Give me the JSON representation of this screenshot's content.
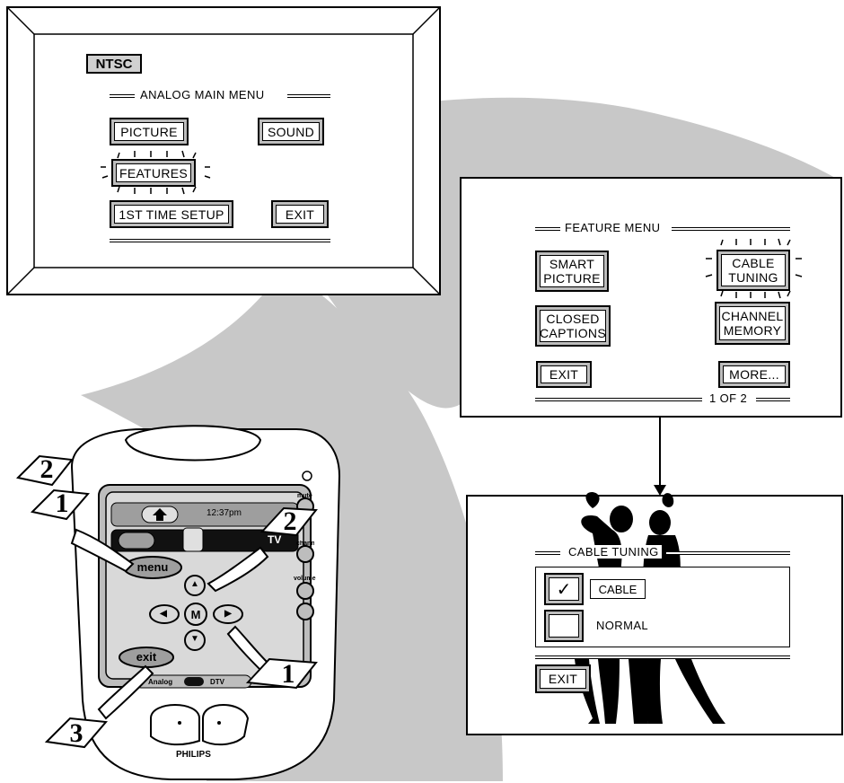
{
  "tv_screen": {
    "badge": "NTSC",
    "menu_title": "ANALOG MAIN MENU",
    "buttons": {
      "picture": "PICTURE",
      "sound": "SOUND",
      "features": "FEATURES",
      "first_time_setup": "1ST TIME SETUP",
      "exit": "EXIT"
    }
  },
  "feature_menu": {
    "title": "FEATURE MENU",
    "smart_picture": [
      "SMART",
      "PICTURE"
    ],
    "cable_tuning": [
      "CABLE",
      "TUNING"
    ],
    "closed_captions": [
      "CLOSED",
      "CAPTIONS"
    ],
    "channel_memory": [
      "CHANNEL",
      "MEMORY"
    ],
    "exit": "EXIT",
    "more": "MORE...",
    "page": "1 OF 2"
  },
  "cable_tuning_menu": {
    "title": "CABLE TUNING",
    "options": [
      {
        "label": "CABLE",
        "checked": true,
        "mark": "✓"
      },
      {
        "label": "NORMAL",
        "checked": false,
        "mark": ""
      }
    ],
    "exit": "EXIT"
  },
  "remote": {
    "time": "12:37pm",
    "tv": "TV",
    "mute": "mute",
    "channel": "channel",
    "volume": "volume",
    "menu": "menu",
    "exit": "exit",
    "center": "M",
    "analog": "Analog",
    "dtv": "DTV",
    "brand": "PHILIPS"
  },
  "steps": {
    "top_left_upper": "2",
    "top_left_lower": "1",
    "right_upper": "2",
    "right_lower": "1",
    "bottom": "3"
  }
}
